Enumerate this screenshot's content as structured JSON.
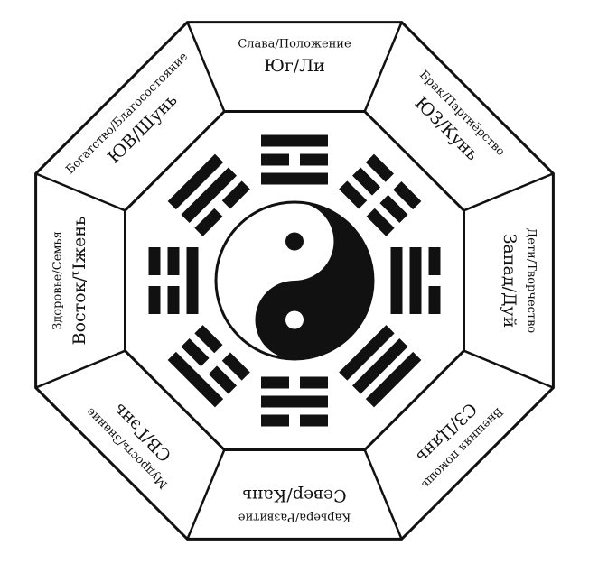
{
  "colors": {
    "ink": "#111111",
    "paper": "#ffffff"
  },
  "sectors": [
    {
      "id": "south",
      "small": "Слава/Положение",
      "big": "Юг/Ли",
      "trigram": [
        1,
        0,
        1
      ]
    },
    {
      "id": "southwest",
      "small": "Брак/Партнёрство",
      "big": "ЮЗ/Кунь",
      "trigram": [
        0,
        0,
        0
      ]
    },
    {
      "id": "west",
      "small": "Дети/Творчество",
      "big": "Запад/Дуй",
      "trigram": [
        0,
        1,
        1
      ]
    },
    {
      "id": "northwest",
      "small": "Внешняя помощь",
      "big": "СЗ/Цянь",
      "trigram": [
        1,
        1,
        1
      ]
    },
    {
      "id": "north",
      "small": "Карьера/Развитие",
      "big": "Север/Кань",
      "trigram": [
        0,
        1,
        0
      ]
    },
    {
      "id": "northeast",
      "small": "Мудрость/Знание",
      "big": "СВ/Гэнь",
      "trigram": [
        1,
        0,
        0
      ]
    },
    {
      "id": "east",
      "small": "Здоровье/Семья",
      "big": "Восток/Чжень",
      "trigram": [
        0,
        0,
        1
      ]
    },
    {
      "id": "southeast",
      "small": "Богатство/Благосостояние",
      "big": "ЮВ/Шунь",
      "trigram": [
        1,
        1,
        0
      ]
    }
  ],
  "center_icon": "yin-yang-icon"
}
